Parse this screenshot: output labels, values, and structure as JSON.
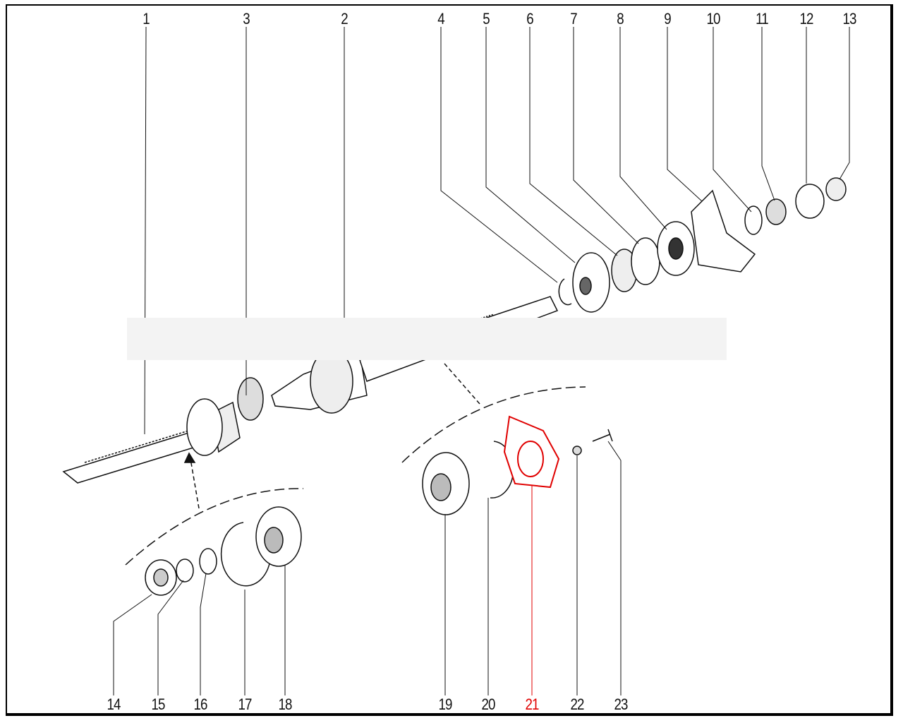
{
  "diagram": {
    "top_callouts": [
      "1",
      "3",
      "2",
      "4",
      "5",
      "6",
      "7",
      "8",
      "9",
      "10",
      "11",
      "12",
      "13"
    ],
    "bottom_callouts": [
      "14",
      "15",
      "16",
      "17",
      "18",
      "19",
      "20",
      "21",
      "22",
      "23"
    ],
    "highlighted_callout": "21",
    "highlight_color": "#e00000"
  }
}
